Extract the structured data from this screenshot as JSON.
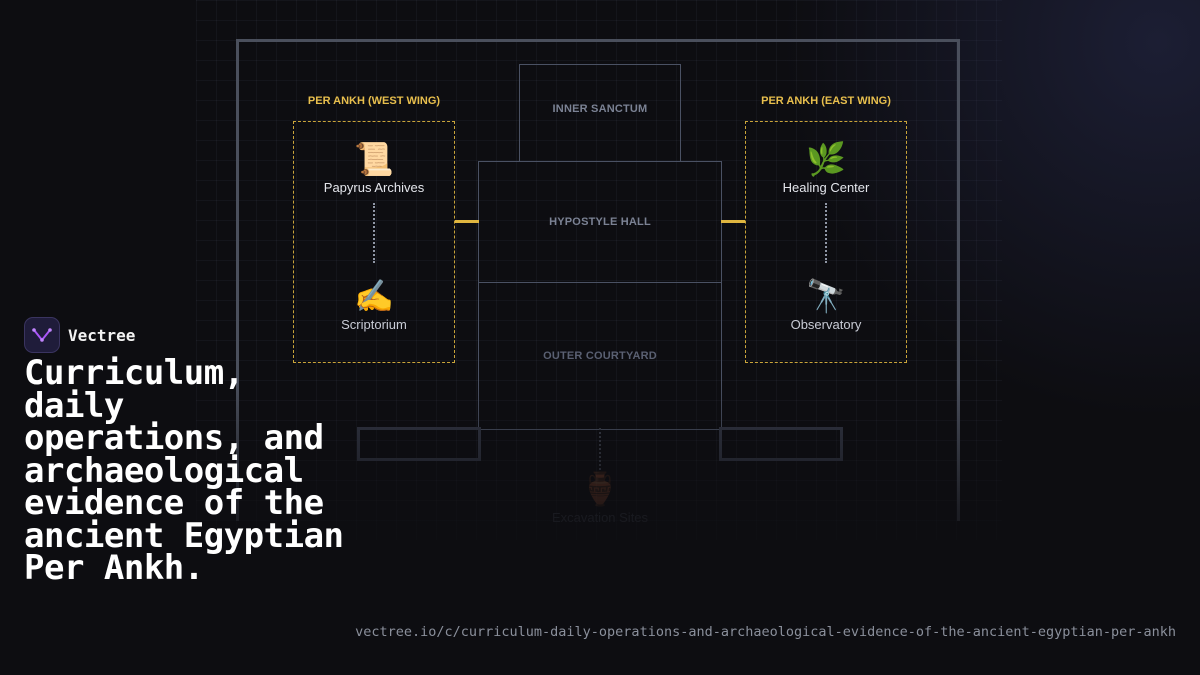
{
  "brand": {
    "name": "Vectree",
    "logo_icon": "vectree-logo-icon",
    "logo_color": "#a855f7"
  },
  "headline": "Curriculum, daily operations, and archaeological evidence of the ancient Egyptian Per Ankh.",
  "url": "vectree.io/c/curriculum-daily-operations-and-archaeological-evidence-of-the-ancient-egyptian-per-ankh",
  "diagram": {
    "zones": {
      "inner_sanctum": "INNER SANCTUM",
      "hypostyle_hall": "HYPOSTYLE HALL",
      "outer_courtyard": "OUTER COURTYARD"
    },
    "wings": {
      "west": {
        "title": "PER ANKH (WEST WING)",
        "nodes": [
          {
            "label": "Papyrus Archives",
            "icon": "scroll-icon",
            "glyph": "📜"
          },
          {
            "label": "Scriptorium",
            "icon": "writing-hand-icon",
            "glyph": "✍️"
          }
        ]
      },
      "east": {
        "title": "PER ANKH (EAST WING)",
        "nodes": [
          {
            "label": "Healing Center",
            "icon": "herb-icon",
            "glyph": "🌿"
          },
          {
            "label": "Observatory",
            "icon": "telescope-icon",
            "glyph": "🔭"
          }
        ]
      }
    },
    "external": {
      "label": "Excavation Sites",
      "icon": "amphora-icon",
      "glyph": "🏺"
    },
    "colors": {
      "wing_border": "#c9a43a",
      "wing_title": "#e8bf4d",
      "structure": "#4a5163"
    }
  }
}
